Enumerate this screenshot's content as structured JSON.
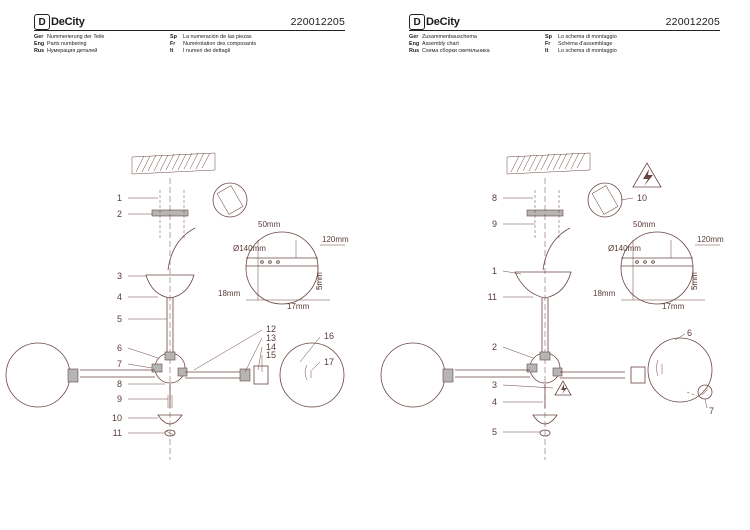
{
  "pages": [
    {
      "brand": "DeCity",
      "brand_initial": "D",
      "product_code": "220012205",
      "header_left": [
        {
          "lang": "Ger",
          "text": "Nummerierung der Teile"
        },
        {
          "lang": "Eng",
          "text": "Parts numbering"
        },
        {
          "lang": "Rus",
          "text": "Нумерация деталей"
        }
      ],
      "header_right": [
        {
          "lang": "Sp",
          "text": "La numeración de las piezas"
        },
        {
          "lang": "Fr",
          "text": "Numérotation des composants"
        },
        {
          "lang": "It",
          "text": "I numeri dei dettagli"
        }
      ],
      "labels": [
        "1",
        "2",
        "3",
        "4",
        "5",
        "6",
        "7",
        "8",
        "9",
        "10",
        "11",
        "12",
        "13",
        "14",
        "15",
        "16",
        "17"
      ],
      "dims": {
        "d50": "50mm",
        "d140": "Ø140mm",
        "d120": "120mm",
        "d5": "5mm",
        "d18": "18mm",
        "d17": "17mm"
      }
    },
    {
      "brand": "DeCity",
      "brand_initial": "D",
      "product_code": "220012205",
      "header_left": [
        {
          "lang": "Ger",
          "text": "Zusammenbauschema"
        },
        {
          "lang": "Eng",
          "text": "Assembly chart"
        },
        {
          "lang": "Rus",
          "text": "Схема сборки светильника"
        }
      ],
      "header_right": [
        {
          "lang": "Sp",
          "text": "Lo schema di montaggio"
        },
        {
          "lang": "Fr",
          "text": "Schéma d'assemblage"
        },
        {
          "lang": "It",
          "text": "Lo schema di montaggio"
        }
      ],
      "labels": [
        "1",
        "2",
        "3",
        "4",
        "5",
        "6",
        "7",
        "8",
        "9",
        "10",
        "11"
      ],
      "dims": {
        "d50": "50mm",
        "d140": "Ø140mm",
        "d120": "120mm",
        "d5": "5mm",
        "d18": "18mm",
        "d17": "17mm"
      }
    }
  ]
}
